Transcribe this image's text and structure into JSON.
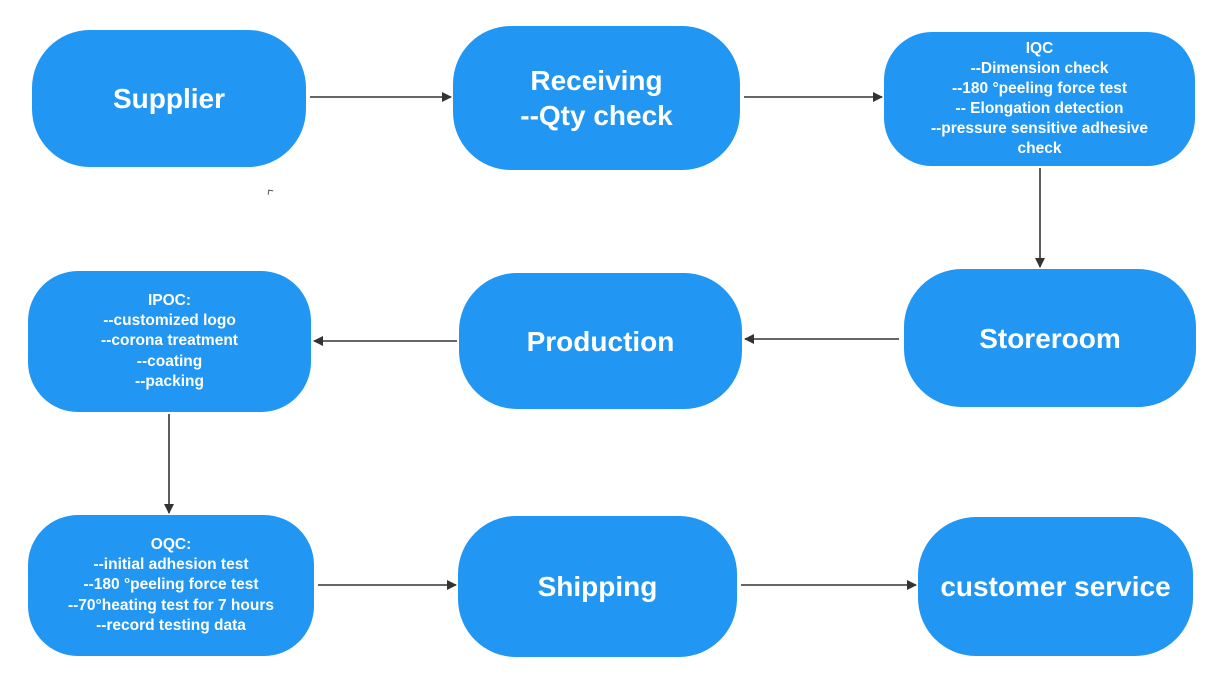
{
  "nodes": {
    "supplier": {
      "lines": [
        "Supplier"
      ]
    },
    "receiving": {
      "lines": [
        "Receiving",
        "--Qty check"
      ]
    },
    "iqc": {
      "lines": [
        "IQC",
        "--Dimension check",
        "--180 °peeling force test",
        "-- Elongation detection",
        "--pressure sensitive adhesive",
        "check"
      ]
    },
    "storeroom": {
      "lines": [
        "Storeroom"
      ]
    },
    "production": {
      "lines": [
        "Production"
      ]
    },
    "ipoc": {
      "lines": [
        "IPOC:",
        "--customized logo",
        "--corona treatment",
        "--coating",
        "--packing"
      ]
    },
    "oqc": {
      "lines": [
        "OQC:",
        "--initial adhesion test",
        "--180 °peeling force test",
        "--70°heating test for 7 hours",
        "--record testing data"
      ]
    },
    "shipping": {
      "lines": [
        "Shipping"
      ]
    },
    "customer_service": {
      "lines": [
        "customer service"
      ]
    }
  },
  "edges": [
    {
      "from": "Supplier",
      "to": "Receiving"
    },
    {
      "from": "Receiving",
      "to": "IQC"
    },
    {
      "from": "IQC",
      "to": "Storeroom"
    },
    {
      "from": "Storeroom",
      "to": "Production"
    },
    {
      "from": "Production",
      "to": "IPOC"
    },
    {
      "from": "IPOC",
      "to": "OQC"
    },
    {
      "from": "OQC",
      "to": "Shipping"
    },
    {
      "from": "Shipping",
      "to": "customer service"
    }
  ],
  "colors": {
    "node_fill": "#2196f3",
    "node_text": "#ffffff",
    "connector": "#333333"
  }
}
